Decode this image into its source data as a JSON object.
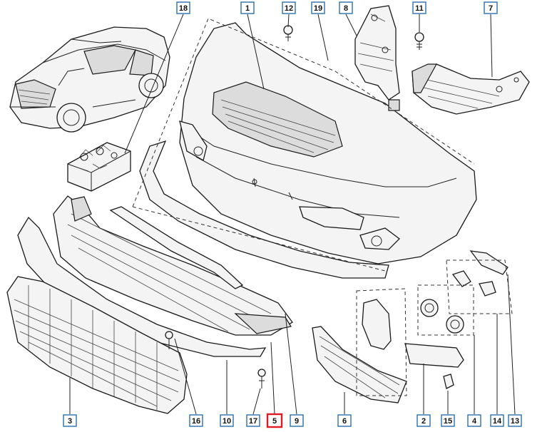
{
  "callouts": [
    {
      "id": "c18",
      "number": "18",
      "highlighted": false
    },
    {
      "id": "c1",
      "number": "1",
      "highlighted": false
    },
    {
      "id": "c12",
      "number": "12",
      "highlighted": false
    },
    {
      "id": "c19",
      "number": "19",
      "highlighted": false
    },
    {
      "id": "c8",
      "number": "8",
      "highlighted": false
    },
    {
      "id": "c11",
      "number": "11",
      "highlighted": false
    },
    {
      "id": "c7",
      "number": "7",
      "highlighted": false
    },
    {
      "id": "c3",
      "number": "3",
      "highlighted": false
    },
    {
      "id": "c16",
      "number": "16",
      "highlighted": false
    },
    {
      "id": "c10",
      "number": "10",
      "highlighted": false
    },
    {
      "id": "c17",
      "number": "17",
      "highlighted": false
    },
    {
      "id": "c5",
      "number": "5",
      "highlighted": true
    },
    {
      "id": "c9",
      "number": "9",
      "highlighted": false
    },
    {
      "id": "c6",
      "number": "6",
      "highlighted": false
    },
    {
      "id": "c2",
      "number": "2",
      "highlighted": false
    },
    {
      "id": "c15",
      "number": "15",
      "highlighted": false
    },
    {
      "id": "c4",
      "number": "4",
      "highlighted": false
    },
    {
      "id": "c14",
      "number": "14",
      "highlighted": false
    },
    {
      "id": "c13",
      "number": "13",
      "highlighted": false
    }
  ],
  "colors": {
    "callout_border": "#2a6fb0",
    "highlight_border": "#e01b24",
    "line": "#222222"
  }
}
